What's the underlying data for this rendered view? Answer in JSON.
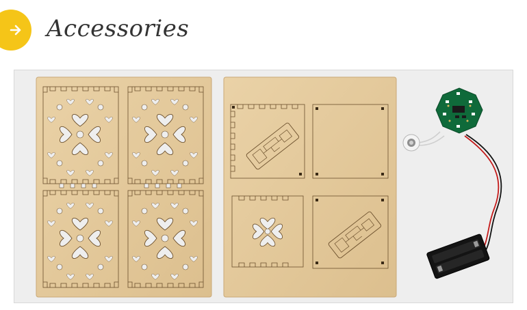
{
  "section": {
    "title": "Accessories",
    "badge_icon": "arrow-right-icon"
  },
  "colors": {
    "accent": "#f5c518",
    "title_text": "#333333",
    "wood": "#e3c89b",
    "wood_line": "#6b4f2c",
    "pcb": "#0f6a3a",
    "frame_bg": "#eeeeee"
  },
  "product_image": {
    "icon": "accessories-photo-icon",
    "items": [
      "wood-panel-hearts",
      "wood-panel-mixed",
      "led-board-with-battery"
    ]
  }
}
